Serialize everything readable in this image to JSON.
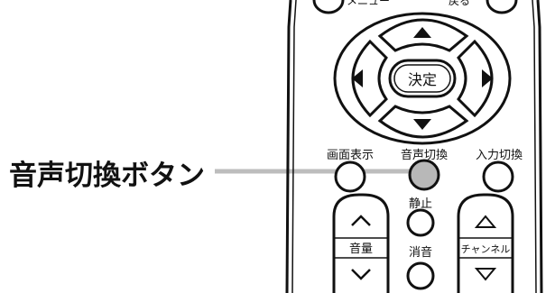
{
  "callout": {
    "label": "音声切換ボタン",
    "color": "#111111",
    "line_color": "#bdbdbd"
  },
  "remote": {
    "top_buttons": {
      "left_label": "メニュー",
      "right_label": "戻る"
    },
    "dpad": {
      "center_label": "決定",
      "up_icon": "triangle-up-icon",
      "down_icon": "triangle-down-icon",
      "left_icon": "triangle-left-icon",
      "right_icon": "triangle-right-icon"
    },
    "row_buttons": {
      "screen_display_label": "画面表示",
      "audio_switch_label": "音声切換",
      "input_switch_label": "入力切換"
    },
    "mute_label": "静止",
    "silence_label": "消音",
    "volume": {
      "label": "音量",
      "up_icon": "chevron-up-icon",
      "down_icon": "chevron-down-icon"
    },
    "channel": {
      "label": "チャンネル",
      "up_icon": "triangle-outline-up-icon",
      "down_icon": "triangle-outline-down-icon"
    },
    "highlight_color": "#b8b8b8"
  }
}
